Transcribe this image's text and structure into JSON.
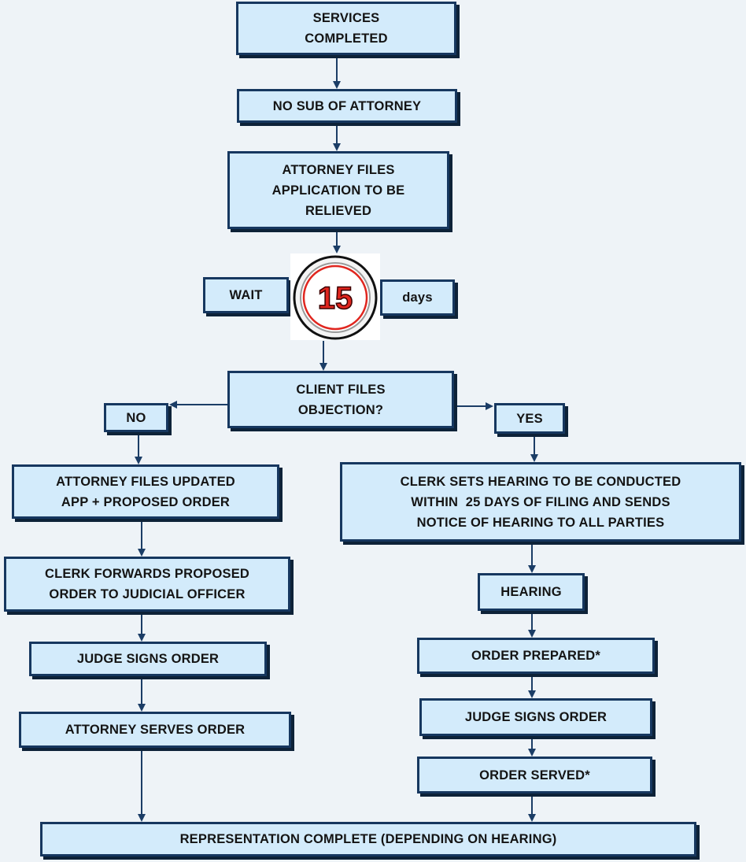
{
  "flow": {
    "services_completed": "SERVICES\nCOMPLETED",
    "no_sub": "NO SUB OF ATTORNEY",
    "attorney_files_app": "ATTORNEY FILES\nAPPLICATION TO BE\nRELIEVED",
    "wait": "WAIT",
    "days_count": "15",
    "days": "days",
    "client_objection": "CLIENT FILES\nOBJECTION?",
    "no": "NO",
    "yes": "YES",
    "left": {
      "updated_app": "ATTORNEY FILES UPDATED\nAPP + PROPOSED ORDER",
      "clerk_forwards": "CLERK FORWARDS PROPOSED\nORDER TO JUDICIAL OFFICER",
      "judge_signs": "JUDGE SIGNS ORDER",
      "attorney_serves": "ATTORNEY SERVES ORDER"
    },
    "right": {
      "clerk_sets_hearing": "CLERK SETS HEARING TO BE CONDUCTED\nWITHIN  25 DAYS OF FILING AND SENDS\nNOTICE OF HEARING TO ALL PARTIES",
      "hearing": "HEARING",
      "order_prepared": "ORDER PREPARED*",
      "judge_signs": "JUDGE SIGNS ORDER",
      "order_served": "ORDER SERVED*"
    },
    "final": "REPRESENTATION COMPLETE (DEPENDING ON HEARING)"
  },
  "colors": {
    "box_fill": "#d3ebfb",
    "box_border": "#16375f",
    "arrow": "#1b3d66",
    "badge_ring": "#e0261f",
    "badge_number": "#e0261f"
  }
}
